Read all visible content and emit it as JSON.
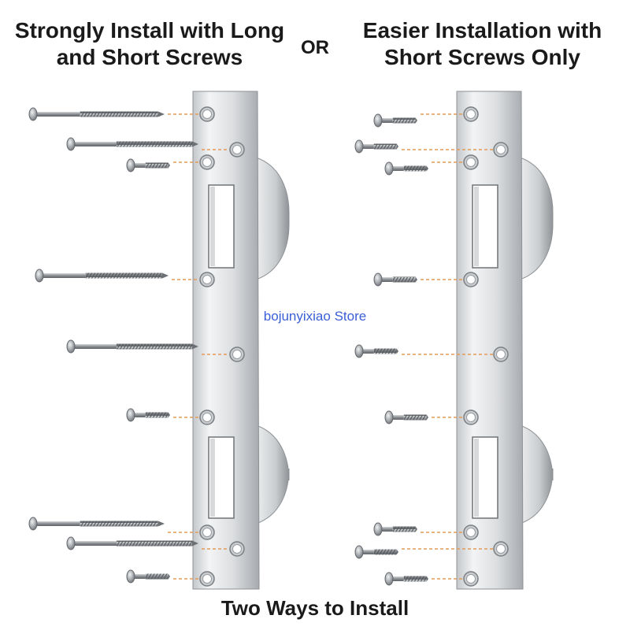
{
  "titles": {
    "left_line1": "Strongly Install with Long",
    "left_line2": "and Short Screws",
    "or": "OR",
    "right_line1": "Easier Installation with",
    "right_line2": "Short Screws Only",
    "bottom": "Two Ways to Install"
  },
  "watermark": "bojunyixiao Store",
  "colors": {
    "plate_light": "#f2f3f4",
    "plate_dark": "#a9adb1",
    "guide_line": "#e39b55",
    "screw": "#8e9296"
  }
}
